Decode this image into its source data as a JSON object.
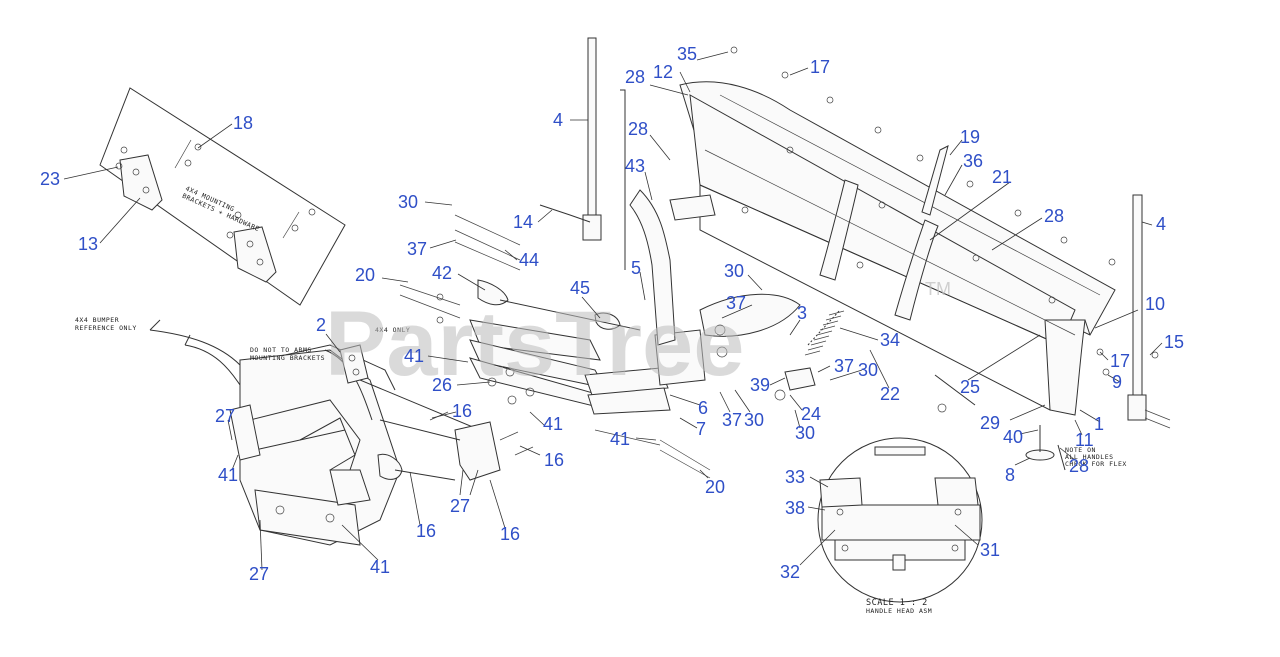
{
  "watermark": {
    "brand": "PartsTree",
    "tm": "TM"
  },
  "notes": {
    "bracket_kit": [
      "4X4 MOUNTING",
      "BRACKETS + HARDWARE"
    ],
    "bumper_ref": [
      "4X4 BUMPER",
      "REFERENCE ONLY"
    ],
    "four_x_four_only": "4X4 ONLY",
    "not_to_arms": [
      "DO NOT TO ARMS",
      "MOUNTING BRACKETS"
    ],
    "detail_note": [
      "NOTE ON",
      "ALL HANDLES",
      "CHECK FOR FLEX"
    ],
    "scale": "SCALE 1 : 2",
    "detail_label": "HANDLE HEAD ASM"
  },
  "callouts": [
    {
      "id": "c18",
      "text": "18"
    },
    {
      "id": "c23",
      "text": "23"
    },
    {
      "id": "c13",
      "text": "13"
    },
    {
      "id": "c30a",
      "text": "30"
    },
    {
      "id": "c37a",
      "text": "37"
    },
    {
      "id": "c44",
      "text": "44"
    },
    {
      "id": "c14",
      "text": "14"
    },
    {
      "id": "c4a",
      "text": "4"
    },
    {
      "id": "c35",
      "text": "35"
    },
    {
      "id": "c12",
      "text": "12"
    },
    {
      "id": "c28a",
      "text": "28"
    },
    {
      "id": "c17a",
      "text": "17"
    },
    {
      "id": "c28b",
      "text": "28"
    },
    {
      "id": "c43",
      "text": "43"
    },
    {
      "id": "c19",
      "text": "19"
    },
    {
      "id": "c36",
      "text": "36"
    },
    {
      "id": "c21",
      "text": "21"
    },
    {
      "id": "c28c",
      "text": "28"
    },
    {
      "id": "c4b",
      "text": "4"
    },
    {
      "id": "c20a",
      "text": "20"
    },
    {
      "id": "c42",
      "text": "42"
    },
    {
      "id": "c45",
      "text": "45"
    },
    {
      "id": "c5",
      "text": "5"
    },
    {
      "id": "c30b",
      "text": "30"
    },
    {
      "id": "c37b",
      "text": "37"
    },
    {
      "id": "c3",
      "text": "3"
    },
    {
      "id": "c34",
      "text": "34"
    },
    {
      "id": "c10",
      "text": "10"
    },
    {
      "id": "c15",
      "text": "15"
    },
    {
      "id": "c2",
      "text": "2"
    },
    {
      "id": "c41a",
      "text": "41"
    },
    {
      "id": "c26",
      "text": "26"
    },
    {
      "id": "c37c",
      "text": "37"
    },
    {
      "id": "c30c",
      "text": "30"
    },
    {
      "id": "c17b",
      "text": "17"
    },
    {
      "id": "c25",
      "text": "25"
    },
    {
      "id": "c9",
      "text": "9"
    },
    {
      "id": "c39",
      "text": "39"
    },
    {
      "id": "c22",
      "text": "22"
    },
    {
      "id": "c27a",
      "text": "27"
    },
    {
      "id": "c16a",
      "text": "16"
    },
    {
      "id": "c41b",
      "text": "41"
    },
    {
      "id": "c6",
      "text": "6"
    },
    {
      "id": "c37d",
      "text": "37"
    },
    {
      "id": "c30d",
      "text": "30"
    },
    {
      "id": "c24",
      "text": "24"
    },
    {
      "id": "c29",
      "text": "29"
    },
    {
      "id": "c1",
      "text": "1"
    },
    {
      "id": "c40",
      "text": "40"
    },
    {
      "id": "c11",
      "text": "11"
    },
    {
      "id": "c41c",
      "text": "41"
    },
    {
      "id": "c7",
      "text": "7"
    },
    {
      "id": "c30e",
      "text": "30"
    },
    {
      "id": "c16b",
      "text": "16"
    },
    {
      "id": "c8",
      "text": "8"
    },
    {
      "id": "c28d",
      "text": "28"
    },
    {
      "id": "c41d",
      "text": "41"
    },
    {
      "id": "c20b",
      "text": "20"
    },
    {
      "id": "c33",
      "text": "33"
    },
    {
      "id": "c27b",
      "text": "27"
    },
    {
      "id": "c16c",
      "text": "16"
    },
    {
      "id": "c38",
      "text": "38"
    },
    {
      "id": "c16d",
      "text": "16"
    },
    {
      "id": "c31",
      "text": "31"
    },
    {
      "id": "c27c",
      "text": "27"
    },
    {
      "id": "c41e",
      "text": "41"
    },
    {
      "id": "c32",
      "text": "32"
    }
  ]
}
